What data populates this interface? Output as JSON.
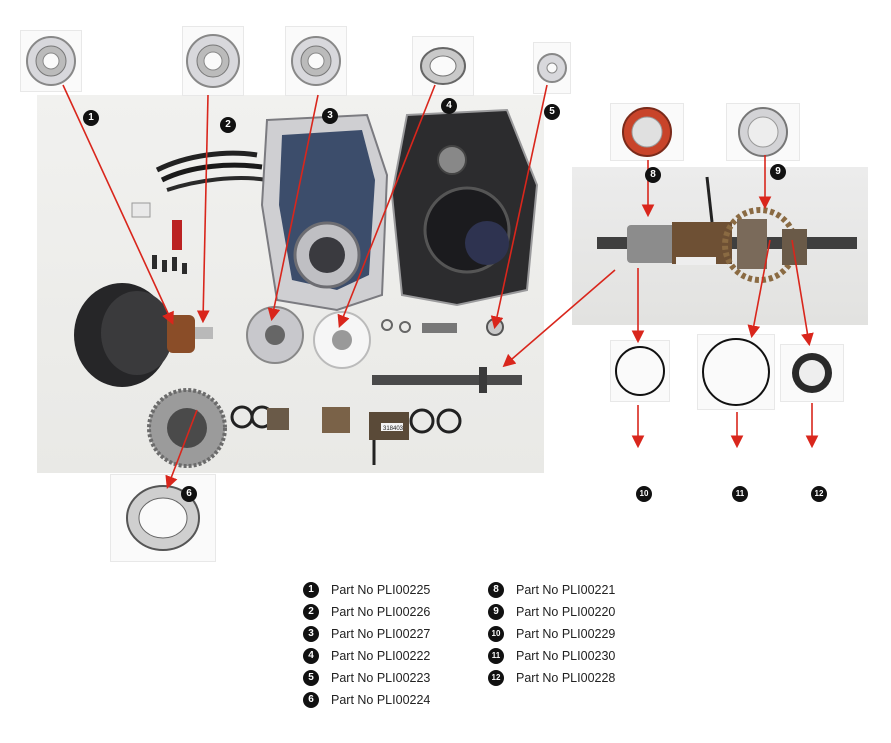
{
  "callouts": [
    "1",
    "2",
    "3",
    "4",
    "5",
    "6",
    "8",
    "9",
    "10",
    "11",
    "12"
  ],
  "shaft_label": "318403",
  "legend": {
    "left": [
      {
        "num": "1",
        "text": "Part No PLI00225"
      },
      {
        "num": "2",
        "text": "Part No PLI00226"
      },
      {
        "num": "3",
        "text": "Part No PLI00227"
      },
      {
        "num": "4",
        "text": "Part No PLI00222"
      },
      {
        "num": "5",
        "text": "Part No PLI00223"
      },
      {
        "num": "6",
        "text": "Part No PLI00224"
      }
    ],
    "right": [
      {
        "num": "8",
        "text": "Part No PLI00221"
      },
      {
        "num": "9",
        "text": "Part No PLI00220"
      },
      {
        "num": "10",
        "text": "Part No PLI00229"
      },
      {
        "num": "11",
        "text": "Part No PLI00230"
      },
      {
        "num": "12",
        "text": "Part No PLI00228"
      }
    ]
  },
  "colors": {
    "arrow": "#d9261c",
    "badge": "#111111",
    "seal_red": "#c8442a"
  }
}
